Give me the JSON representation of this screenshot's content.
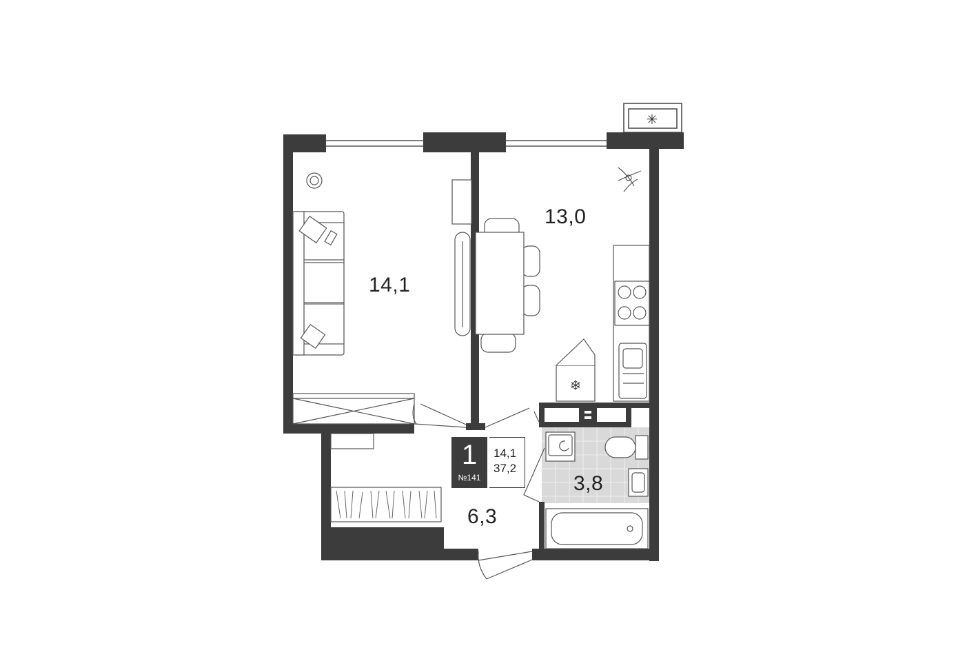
{
  "rooms": [
    {
      "id": "living-room",
      "area": "14,1"
    },
    {
      "id": "kitchen",
      "area": "13,0"
    },
    {
      "id": "hallway",
      "area": "6,3"
    },
    {
      "id": "bathroom",
      "area": "3,8"
    }
  ],
  "summary": {
    "room_count": "1",
    "apartment_number": "№141",
    "living_area": "14,1",
    "total_area": "37,2"
  },
  "colors": {
    "wall": "#3c3c3c",
    "bathroom_floor": "#d9d9d9",
    "furniture_line": "#555555"
  }
}
